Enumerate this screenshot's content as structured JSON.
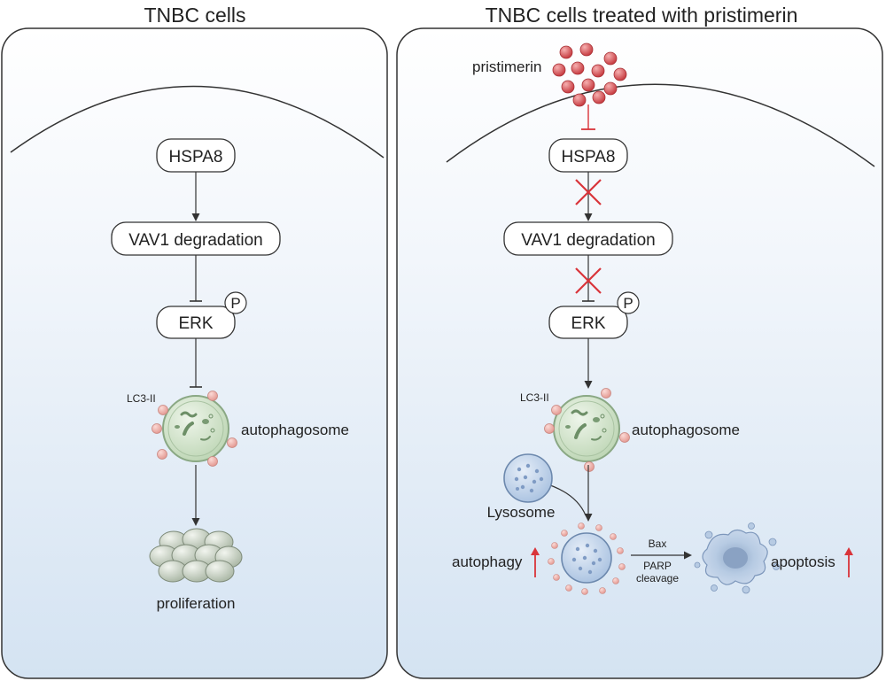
{
  "panels": {
    "left": {
      "title": "TNBC cells",
      "hspa8": "HSPA8",
      "vav1": "VAV1 degradation",
      "erk": "ERK",
      "phospho": "P",
      "lc3": "LC3-II",
      "autophagosome": "autophagosome",
      "proliferation": "proliferation"
    },
    "right": {
      "title": "TNBC cells treated with pristimerin",
      "drug": "pristimerin",
      "hspa8": "HSPA8",
      "vav1": "VAV1 degradation",
      "erk": "ERK",
      "phospho": "P",
      "lc3": "LC3-II",
      "autophagosome": "autophagosome",
      "lysosome": "Lysosome",
      "autophagy": "autophagy",
      "apoptosis": "apoptosis",
      "bax": "Bax",
      "parp": "PARP",
      "cleavage": "cleavage"
    }
  },
  "colors": {
    "inhibit_red": "#d9343a",
    "drug_red": "#d44a4f",
    "vesicle_green": "#d8e8d2",
    "lysosome_blue": "#c3d4ea",
    "bead_pink": "#f2b4ae"
  }
}
